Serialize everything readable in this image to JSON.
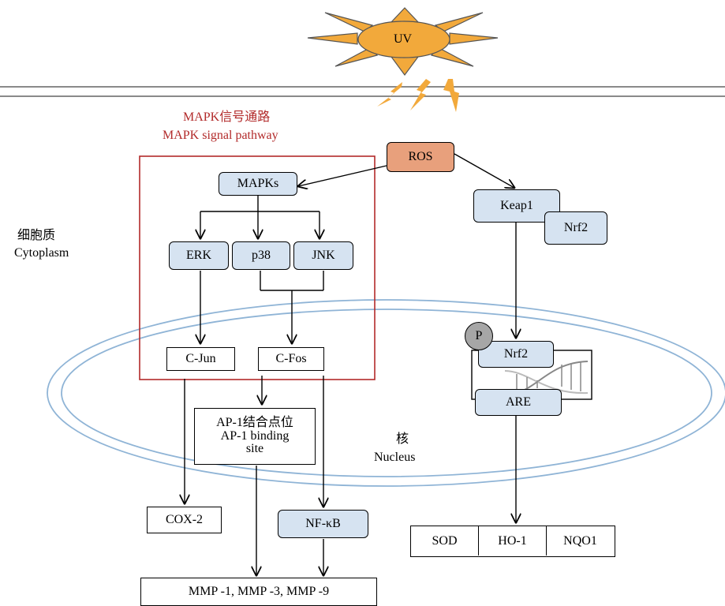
{
  "sun": {
    "label": "UV"
  },
  "mapk": {
    "title_cn": "MAPK信号通路",
    "title_en": "MAPK signal pathway"
  },
  "compartments": {
    "cytoplasm_cn": "细胞质",
    "cytoplasm_en": "Cytoplasm",
    "nucleus_cn": "核",
    "nucleus_en": "Nucleus"
  },
  "nodes": {
    "ros": "ROS",
    "mapks": "MAPKs",
    "erk": "ERK",
    "p38": "p38",
    "jnk": "JNK",
    "cjun": "C-Jun",
    "cfos": "C-Fos",
    "ap1_line1": "AP-1结合点位",
    "ap1_line2": "AP-1 binding",
    "ap1_line3": "site",
    "cox2": "COX-2",
    "nfkb": "NF-κB",
    "mmp": "MMP -1, MMP -3, MMP -9",
    "keap1": "Keap1",
    "nrf2_cyto": "Nrf2",
    "p_label": "P",
    "nrf2_nuc": "Nrf2",
    "are": "ARE",
    "sod": "SOD",
    "ho1": "HO-1",
    "nqo1": "NQO1"
  },
  "colors": {
    "blue_box": "#d6e3f1",
    "ros_box": "#e8a07c",
    "sun": "#f2a93b",
    "mapk_frame": "#b22a2a",
    "nucleus_membrane": "#8fb4d6",
    "membrane": "#8a8a8a"
  }
}
